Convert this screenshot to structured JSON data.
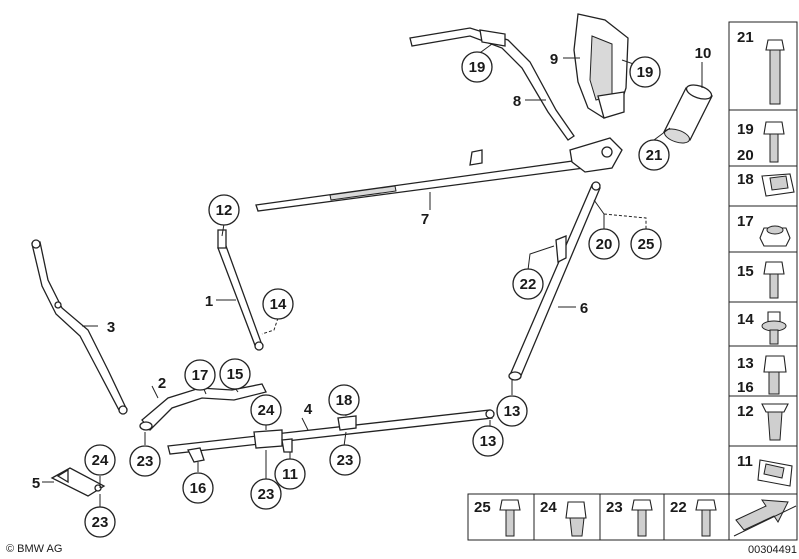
{
  "callouts": {
    "c1": "1",
    "c2": "2",
    "c3": "3",
    "c4": "4",
    "c5": "5",
    "c6": "6",
    "c7": "7",
    "c8": "8",
    "c9": "9",
    "c10": "10",
    "c11": "11",
    "c12": "12",
    "c13a": "13",
    "c13b": "13",
    "c14": "14",
    "c15": "15",
    "c16": "16",
    "c17": "17",
    "c18": "18",
    "c19a": "19",
    "c19b": "19",
    "c20": "20",
    "c21": "21",
    "c22": "22",
    "c23a": "23",
    "c23b": "23",
    "c23c": "23",
    "c23d": "23",
    "c24a": "24",
    "c24b": "24",
    "c25": "25"
  },
  "legend_right": [
    "21",
    "19",
    "20",
    "18",
    "17",
    "15",
    "14",
    "13",
    "16",
    "12",
    "11"
  ],
  "legend_bottom": [
    "25",
    "24",
    "23",
    "22"
  ],
  "footer": {
    "copyright": "© BMW AG",
    "drawing_number": "00304491"
  }
}
